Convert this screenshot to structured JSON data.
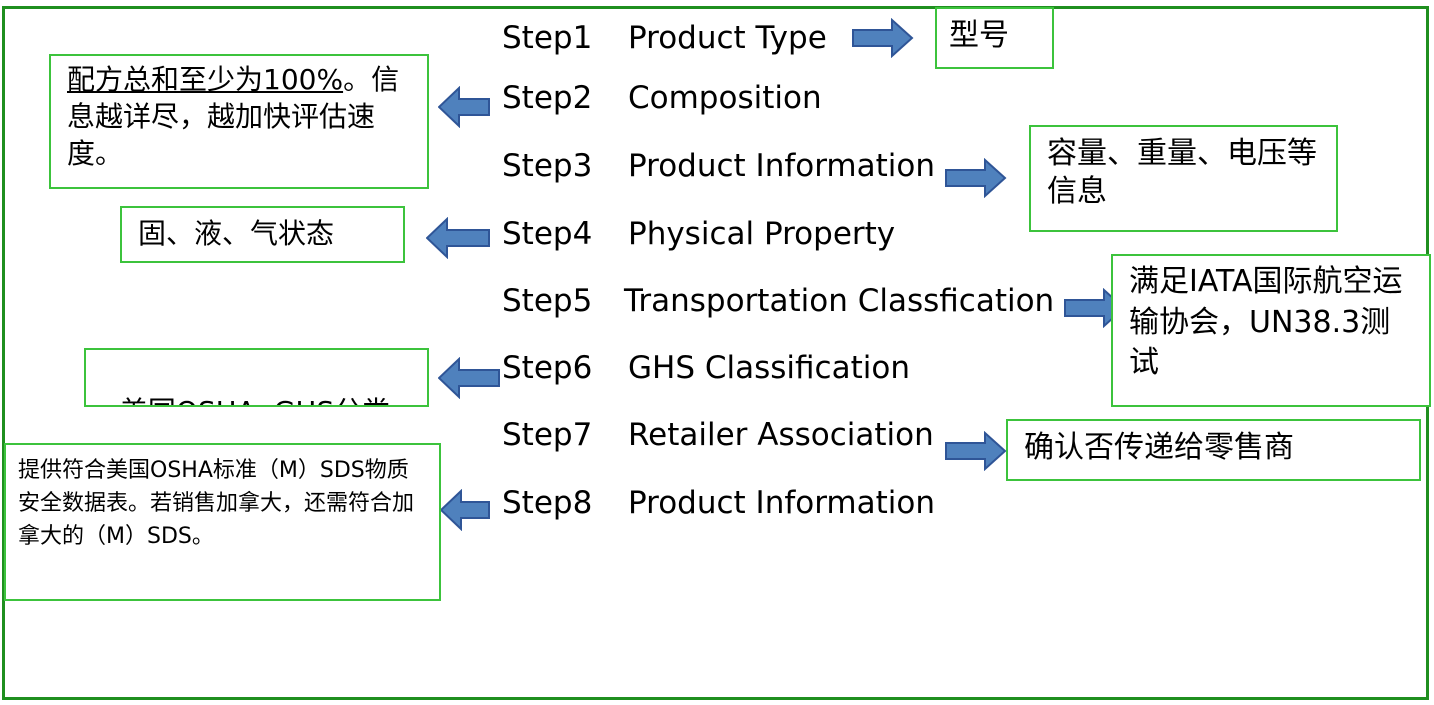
{
  "steps": [
    {
      "num": "Step1",
      "label": "Product Type"
    },
    {
      "num": "Step2",
      "label": "Composition"
    },
    {
      "num": "Step3",
      "label": "Product Information"
    },
    {
      "num": "Step4",
      "label": "Physical Property"
    },
    {
      "num": "Step5",
      "label": "Transportation Classfication"
    },
    {
      "num": "Step6",
      "label": "GHS Classification"
    },
    {
      "num": "Step7",
      "label": "Retailer Association"
    },
    {
      "num": "Step8",
      "label": "Product Information"
    }
  ],
  "notes": {
    "step1": "型号",
    "step2_underlined": "配方总和至少为100%",
    "step2_rest": "。信息越详尽，越加快评估速度。",
    "step3": "容量、重量、电压等信息",
    "step4": "固、液、气状态",
    "step5": "满足IATA国际航空运输协会，UN38.3测试",
    "step6": "美国OSHA  GHS分类",
    "step7": "确认否传递给零售商",
    "step8": "提供符合美国OSHA标准（M）SDS物质安全数据表。若销售加拿大，还需符合加拿大的（M）SDS。"
  },
  "colors": {
    "frame": "#1f8f1f",
    "box_border": "#3cc33c",
    "arrow_fill": "#4f81bd",
    "arrow_stroke": "#2f5597"
  }
}
